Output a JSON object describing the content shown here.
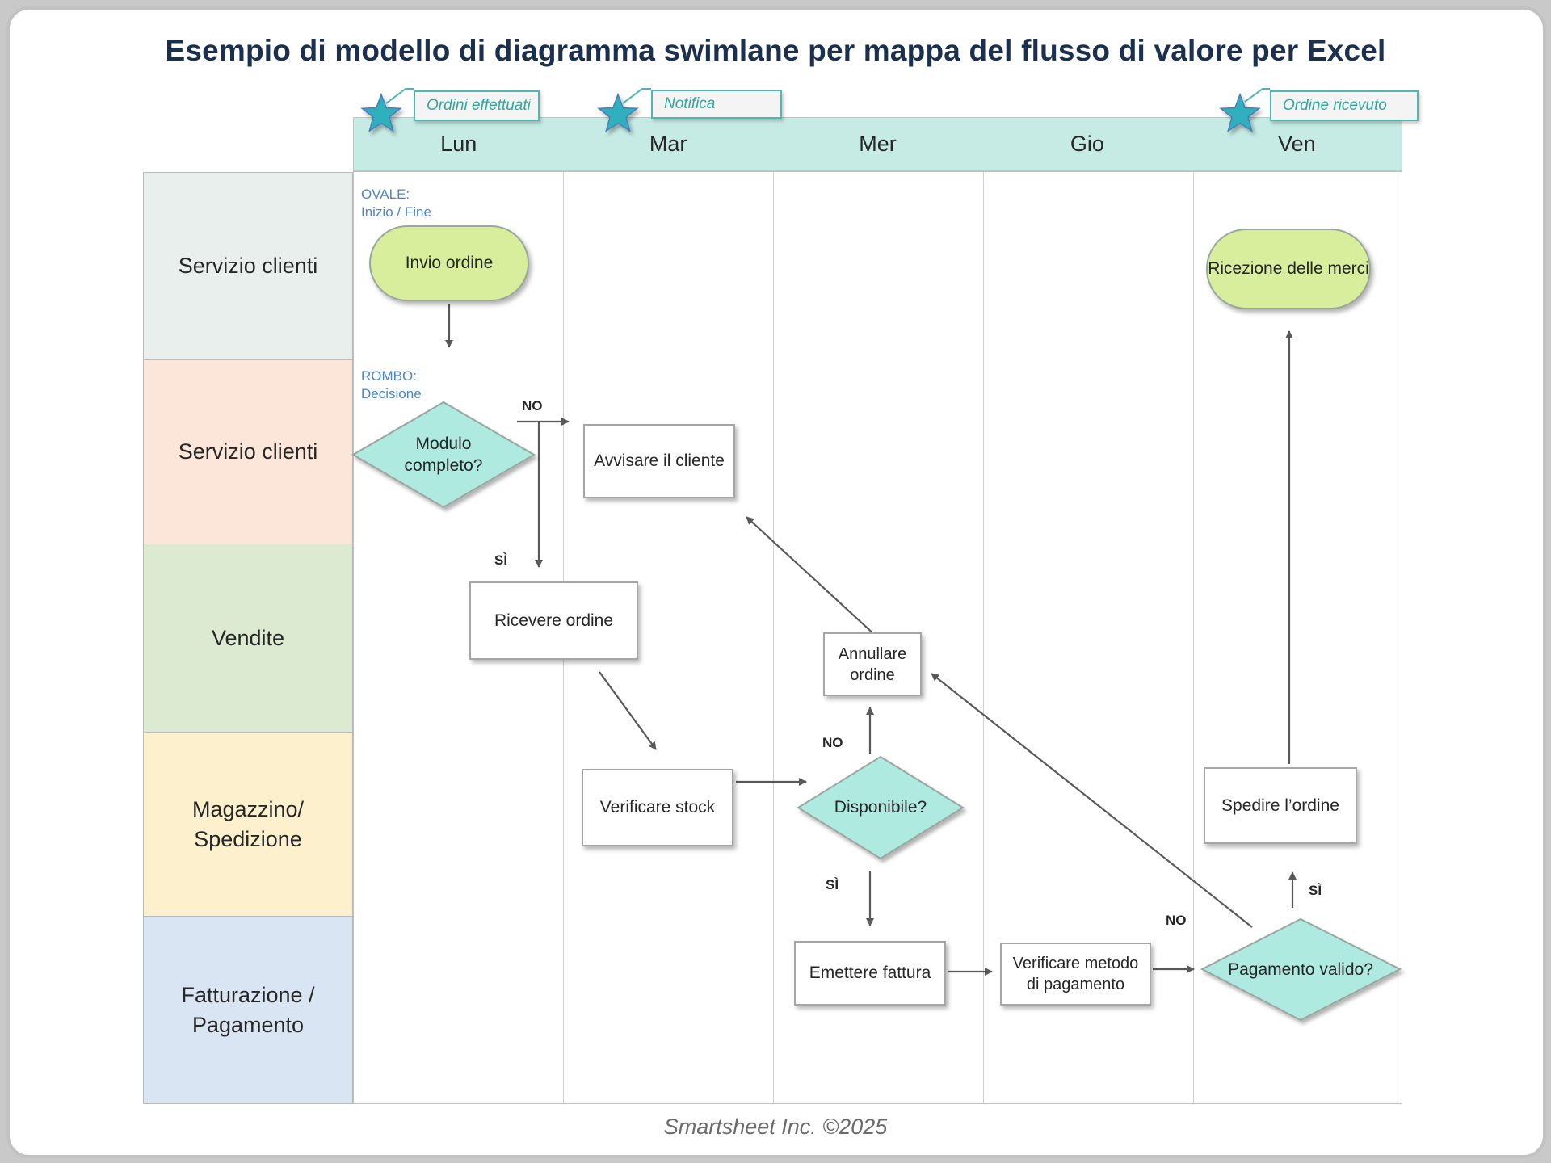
{
  "page": {
    "title": "Esempio di modello di diagramma swimlane per mappa del flusso di valore per Excel",
    "footer": "Smartsheet Inc. ©2025"
  },
  "header": {
    "days": [
      "Lun",
      "Mar",
      "Mer",
      "Gio",
      "Ven"
    ]
  },
  "markers": [
    {
      "label": "Ordini effettuati"
    },
    {
      "label": "Notifica"
    },
    {
      "label": "Ordine ricevuto"
    }
  ],
  "lanes": [
    {
      "label": "Servizio clienti",
      "color": "#e9efec"
    },
    {
      "label": "Servizio clienti",
      "color": "#fce5d9"
    },
    {
      "label": "Vendite",
      "color": "#dcead2"
    },
    {
      "label": "Magazzino/\nSpedizione",
      "color": "#fdf0cc"
    },
    {
      "label": "Fatturazione /\nPagamento",
      "color": "#d9e5f2"
    }
  ],
  "annotations": {
    "ovale": {
      "line1": "OVALE:",
      "line2": "Inizio / Fine"
    },
    "rombo": {
      "line1": "ROMBO:",
      "line2": "Decisione"
    }
  },
  "labels": {
    "no": "NO",
    "si": "SÌ"
  },
  "shapes": {
    "invio_ordine": {
      "type": "oval",
      "label": "Invio ordine"
    },
    "modulo_completo": {
      "type": "decision",
      "label": "Modulo completo?"
    },
    "avvisare_cliente": {
      "type": "process",
      "label": "Avvisare il cliente"
    },
    "ricevere_ordine": {
      "type": "process",
      "label": "Ricevere ordine"
    },
    "verificare_stock": {
      "type": "process",
      "label": "Verificare stock"
    },
    "annullare_ordine": {
      "type": "process",
      "label": "Annullare ordine"
    },
    "disponibile": {
      "type": "decision",
      "label": "Disponibile?"
    },
    "emettere_fattura": {
      "type": "process",
      "label": "Emettere fattura"
    },
    "verificare_metodo": {
      "type": "process",
      "label": "Verificare metodo di pagamento"
    },
    "pagamento_valido": {
      "type": "decision",
      "label": "Pagamento valido?"
    },
    "spedire_ordine": {
      "type": "process",
      "label": "Spedire l’ordine"
    },
    "ricezione_merci": {
      "type": "oval",
      "label": "Ricezione delle merci"
    }
  },
  "colors": {
    "band_teal": "#c6eae4",
    "star_teal": "#2fb0bd",
    "star_outline": "#4a7ebb",
    "marker_border_teal": "#52b8ae",
    "marker_text_teal": "#2ea79d",
    "oval_fill": "#d8ee9d",
    "diamond_fill": "#aeeae0",
    "title_navy": "#1b2f4e",
    "annotation_blue": "#4a86c8",
    "connector_gray": "#595959"
  }
}
